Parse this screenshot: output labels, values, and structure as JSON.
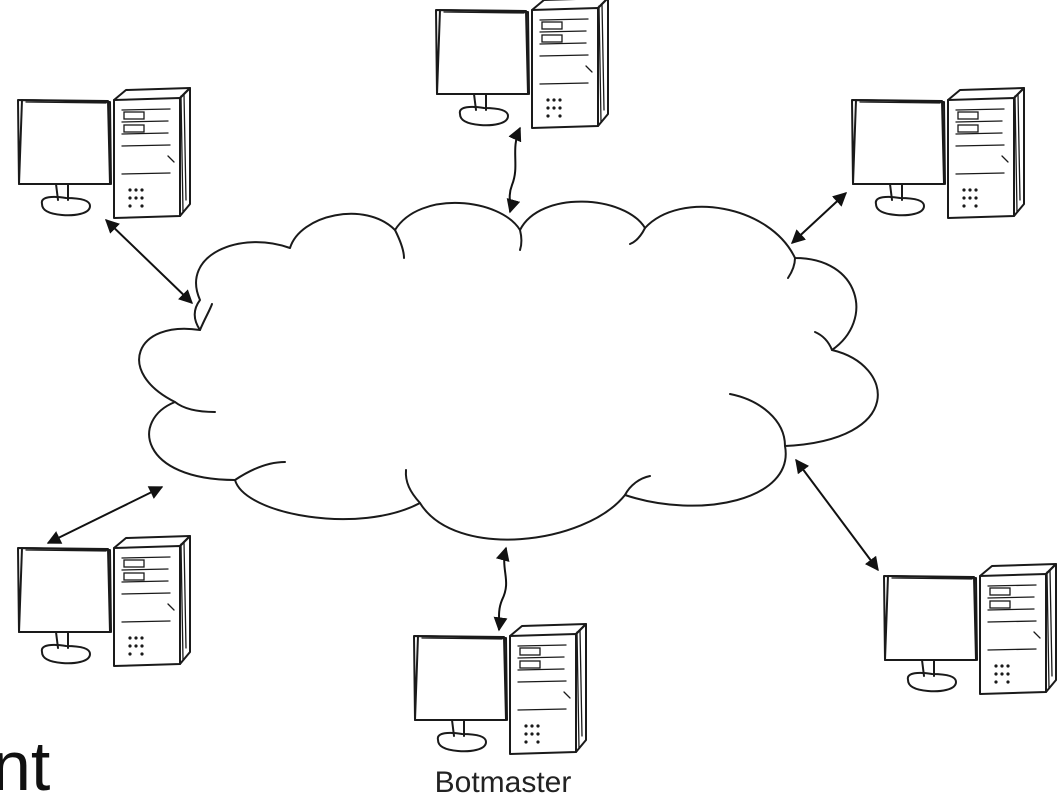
{
  "diagram": {
    "botmaster_label": "Botmaster",
    "edge_text_fragment": "nt"
  },
  "colors": {
    "ink": "#1a1a1a",
    "background": "#ffffff",
    "caption": "#222222"
  },
  "icons": {
    "computer": "desktop-computer-icon",
    "network": "cloud-icon",
    "link": "bidirectional-arrow"
  }
}
